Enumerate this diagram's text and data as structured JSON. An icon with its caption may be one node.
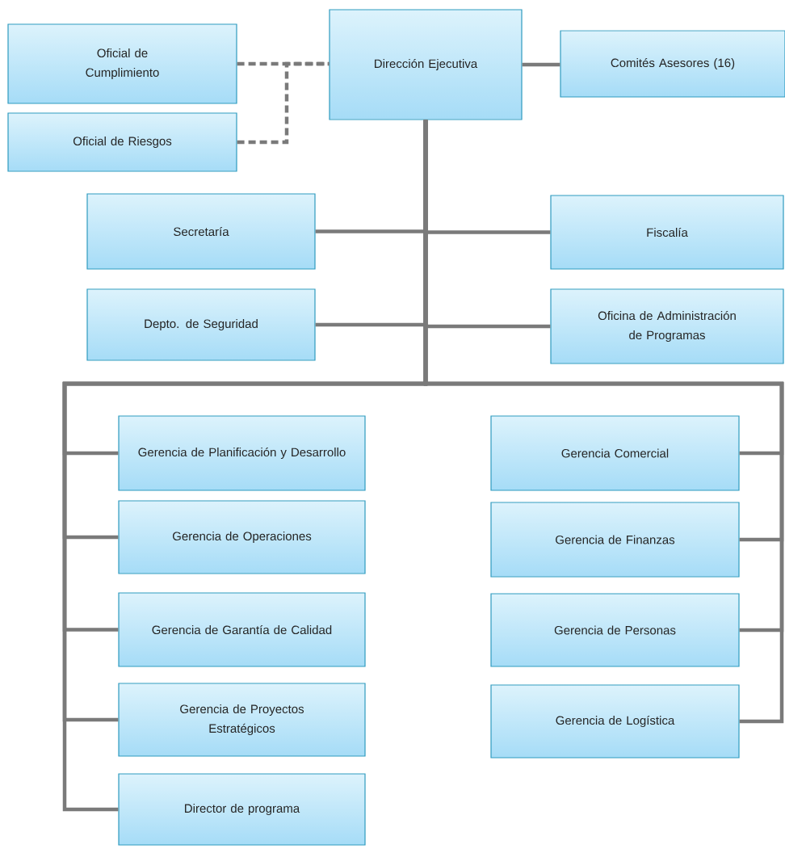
{
  "diagram": {
    "nodes": [
      {
        "text": [
          "Oficial de Cumplimiento"
        ]
      },
      {
        "text": [
          "Oficial de Riesgos"
        ]
      },
      {
        "text": [
          "Dirección Ejecutiva"
        ]
      },
      {
        "text": [
          "Comités Asesores (16)"
        ]
      },
      {
        "text": [
          "Secretaría"
        ]
      },
      {
        "text": [
          "Fiscalía"
        ]
      },
      {
        "text": [
          "Depto. de Seguridad"
        ]
      },
      {
        "text": [
          "Oficina de Administración de Programas"
        ]
      },
      {
        "text": [
          "Gerencia de Planificación y Desarrollo"
        ]
      },
      {
        "text": [
          "Gerencia Comercial"
        ]
      },
      {
        "text": [
          "Gerencia de Operaciones"
        ]
      },
      {
        "text": [
          "Gerencia de Finanzas"
        ]
      },
      {
        "text": [
          "Gerencia de Garantía de Calidad"
        ]
      },
      {
        "text": [
          "Gerencia de Personas"
        ]
      },
      {
        "text": [
          "Gerencia de Proyectos Estratégicos"
        ]
      },
      {
        "text": [
          "Gerencia de Logística"
        ]
      },
      {
        "text": [
          "Director de programa"
        ]
      }
    ],
    "edges": [
      {
        "from": 0,
        "to": 2,
        "arrow": "none",
        "style": "dashed"
      },
      {
        "from": 1,
        "to": 2,
        "arrow": "none",
        "style": "dashed"
      },
      {
        "from": 2,
        "to": 3,
        "arrow": "none"
      },
      {
        "from": 2,
        "to": 4,
        "arrow": "none"
      },
      {
        "from": 2,
        "to": 5,
        "arrow": "none"
      },
      {
        "from": 2,
        "to": 6,
        "arrow": "none"
      },
      {
        "from": 2,
        "to": 7,
        "arrow": "none"
      },
      {
        "from": 2,
        "to": 8,
        "arrow": "none"
      },
      {
        "from": 2,
        "to": 9,
        "arrow": "none"
      },
      {
        "from": 2,
        "to": 10,
        "arrow": "none"
      },
      {
        "from": 2,
        "to": 11,
        "arrow": "none"
      },
      {
        "from": 2,
        "to": 12,
        "arrow": "none"
      },
      {
        "from": 2,
        "to": 13,
        "arrow": "none"
      },
      {
        "from": 2,
        "to": 14,
        "arrow": "none"
      },
      {
        "from": 2,
        "to": 15,
        "arrow": "none"
      },
      {
        "from": 2,
        "to": 16,
        "arrow": "none"
      }
    ]
  }
}
